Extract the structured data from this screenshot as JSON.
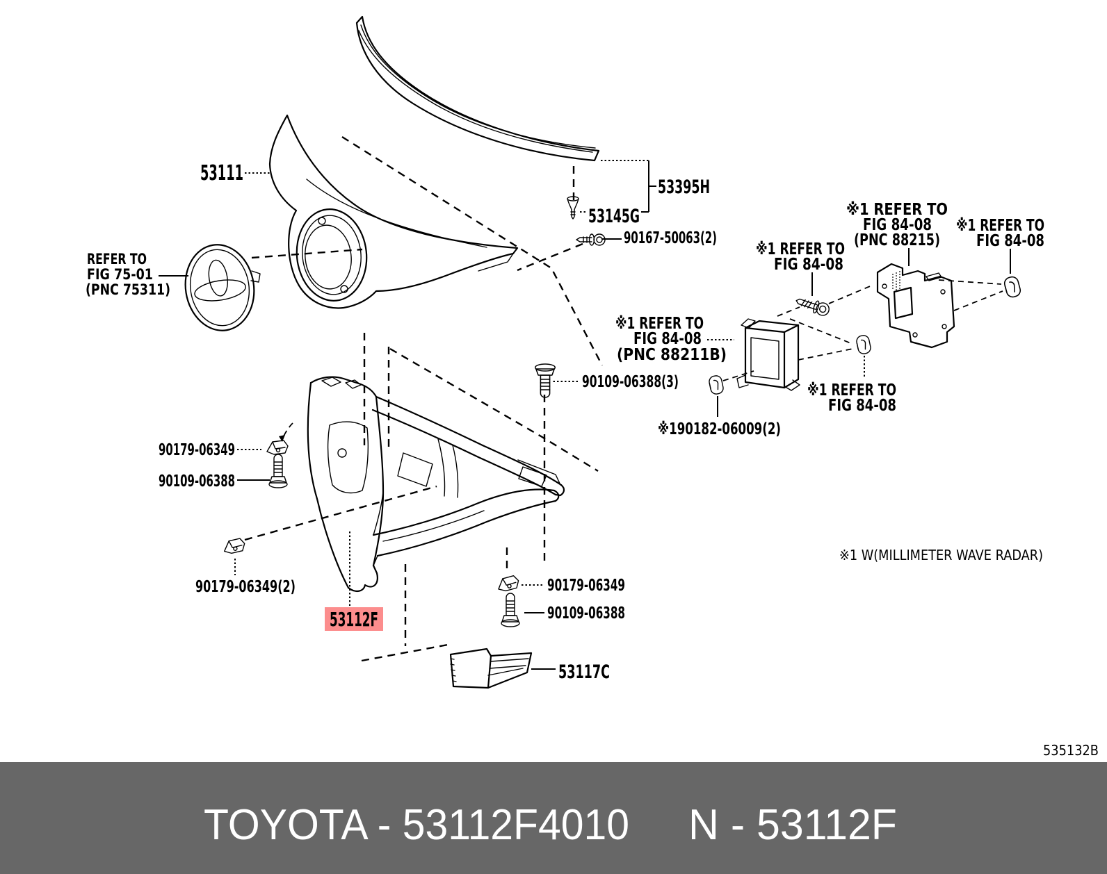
{
  "labels": {
    "hood": "53111",
    "emblem_ref": [
      "REFER TO",
      "FIG 75-01",
      "(PNC 75311)"
    ],
    "molding": "53395H",
    "clip_53145G": "53145G",
    "pin_90167": "90167-50063(2)",
    "ref_screw": [
      "※1 REFER TO",
      "FIG 84-08"
    ],
    "ref_bracket": [
      "※1 REFER TO",
      "FIG 84-08",
      "(PNC 88215)"
    ],
    "ref_right": [
      "※1 REFER TO",
      "FIG 84-08"
    ],
    "ref_sensor": [
      "※1 REFER TO",
      "FIG 84-08",
      "(PNC 88211B)"
    ],
    "bolt_90109_3": "90109-06388(3)",
    "grommet_90182": "※190182-06009(2)",
    "ref_grommet": [
      "※1 REFER TO",
      "FIG 84-08"
    ],
    "clip_90179_left": "90179-06349",
    "bolt_90109_left": "90109-06388",
    "clip_90179_lower": "90179-06349(2)",
    "grille_highlight": "53112F",
    "clip_90179_right": "90179-06349",
    "bolt_90109_right": "90109-06388",
    "duct": "53117C",
    "radar_note": "※1 W(MILLIMETER WAVE RADAR)",
    "diagram_code": "535132B"
  },
  "footer": {
    "brand_part": "TOYOTA - 53112F4010",
    "part_code": "N - 53112F"
  },
  "colors": {
    "highlight_bg": "#fc8d8d",
    "highlight_fg": "#8e2222",
    "footer_bg": "#676767",
    "footer_fg": "#ffffff",
    "line": "#000000"
  }
}
